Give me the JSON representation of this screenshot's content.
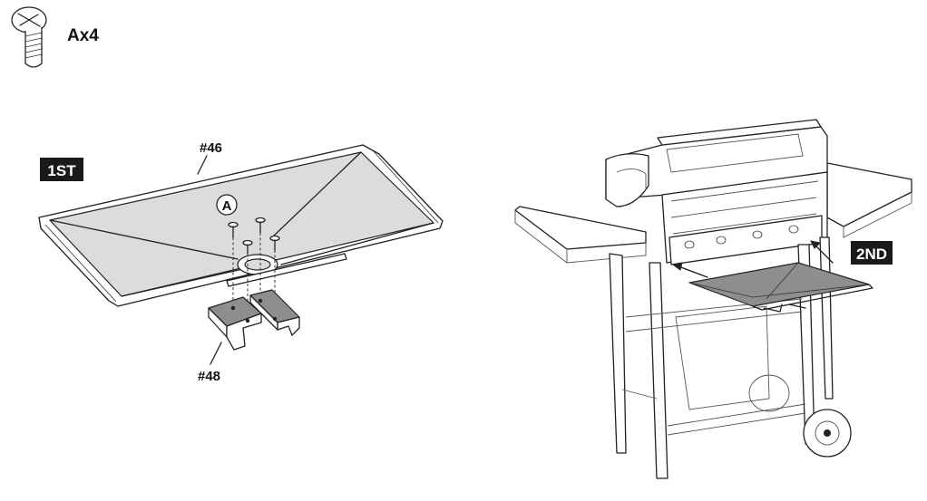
{
  "hardware": {
    "quantity_label": "Ax4",
    "icon": "screw-icon"
  },
  "steps": {
    "first_badge": "1ST",
    "second_badge": "2ND"
  },
  "parts": {
    "tray_label": "#46",
    "bracket_label": "#48",
    "screw_callout": "A"
  },
  "colors": {
    "badge_bg": "#1a1a1a",
    "tray_fill": "#dcdcdc",
    "tray_dark": "#8e8e8e"
  }
}
